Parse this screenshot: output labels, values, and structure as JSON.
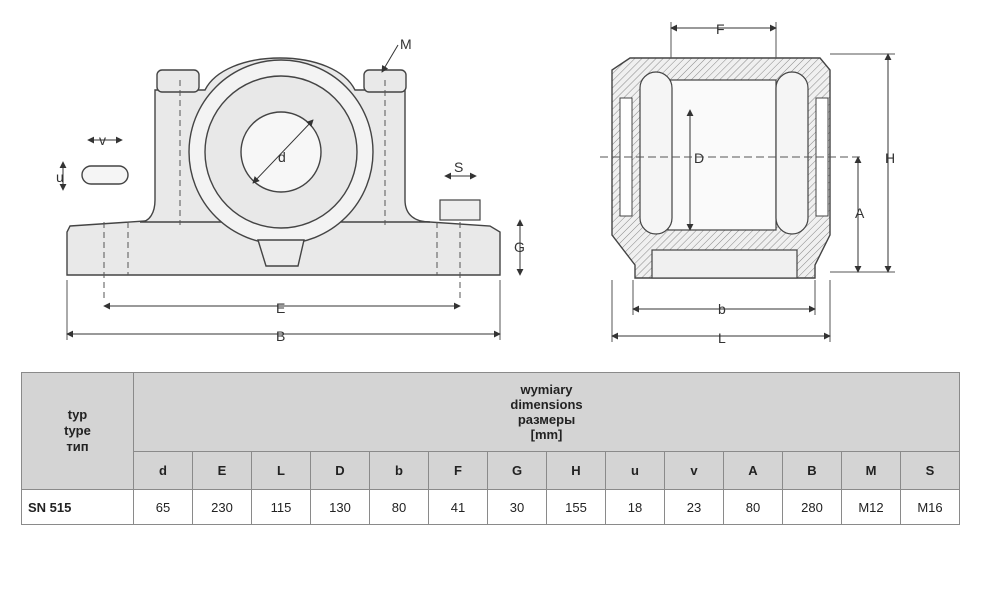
{
  "drawing": {
    "front_view_labels": {
      "M": "M",
      "v": "v",
      "u": "u",
      "d": "d",
      "S": "S",
      "G": "G",
      "E": "E",
      "B": "B"
    },
    "section_view_labels": {
      "F": "F",
      "D": "D",
      "H": "H",
      "A": "A",
      "b": "b",
      "L": "L"
    }
  },
  "table": {
    "type_header": [
      "typ",
      "type",
      "тип"
    ],
    "group_header": [
      "wymiary",
      "dimensions",
      "размеры",
      "[mm]"
    ],
    "columns": [
      "d",
      "E",
      "L",
      "D",
      "b",
      "F",
      "G",
      "H",
      "u",
      "v",
      "A",
      "B",
      "M",
      "S"
    ],
    "rows": [
      {
        "type": "SN 515",
        "values": [
          "65",
          "230",
          "115",
          "130",
          "80",
          "41",
          "30",
          "155",
          "18",
          "23",
          "80",
          "280",
          "M12",
          "M16"
        ]
      }
    ]
  },
  "colors": {
    "header_bg": "#d4d4d4",
    "line": "#555555",
    "part_fill": "#e6e6e6"
  }
}
